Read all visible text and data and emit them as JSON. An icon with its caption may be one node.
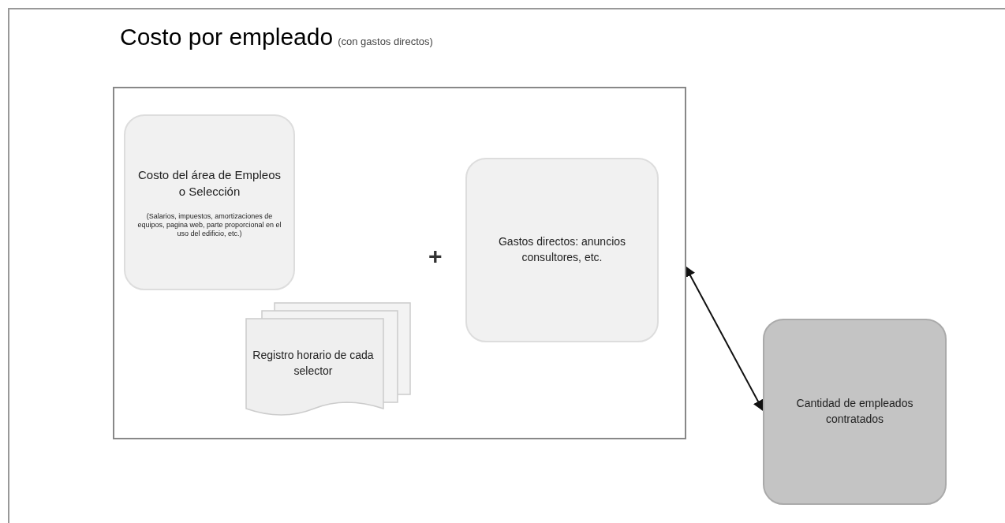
{
  "diagram": {
    "title": "Costo por empleado",
    "nodes": [
      {
        "text": [],
        "shape": "box"
      },
      {
        "text": [
          "Costo del área de Empleos o Selección",
          "(Salarios, impuestos, amortizaciones de equipos, pagina web, parte proporcional en el uso del edificio, etc.)"
        ],
        "in": 0
      },
      {
        "text": [
          "Registro horario de cada selector"
        ],
        "in": 0
      },
      {
        "text": [
          "Gastos directos: anuncios consultores, etc."
        ],
        "in": 0
      },
      {
        "text": [
          "Cantidad de empleados contratados"
        ]
      }
    ],
    "edges": [
      {
        "from": 0,
        "to": 4,
        "arrow": "both"
      }
    ],
    "labels": [
      "(con gastos directos)",
      "+"
    ]
  }
}
